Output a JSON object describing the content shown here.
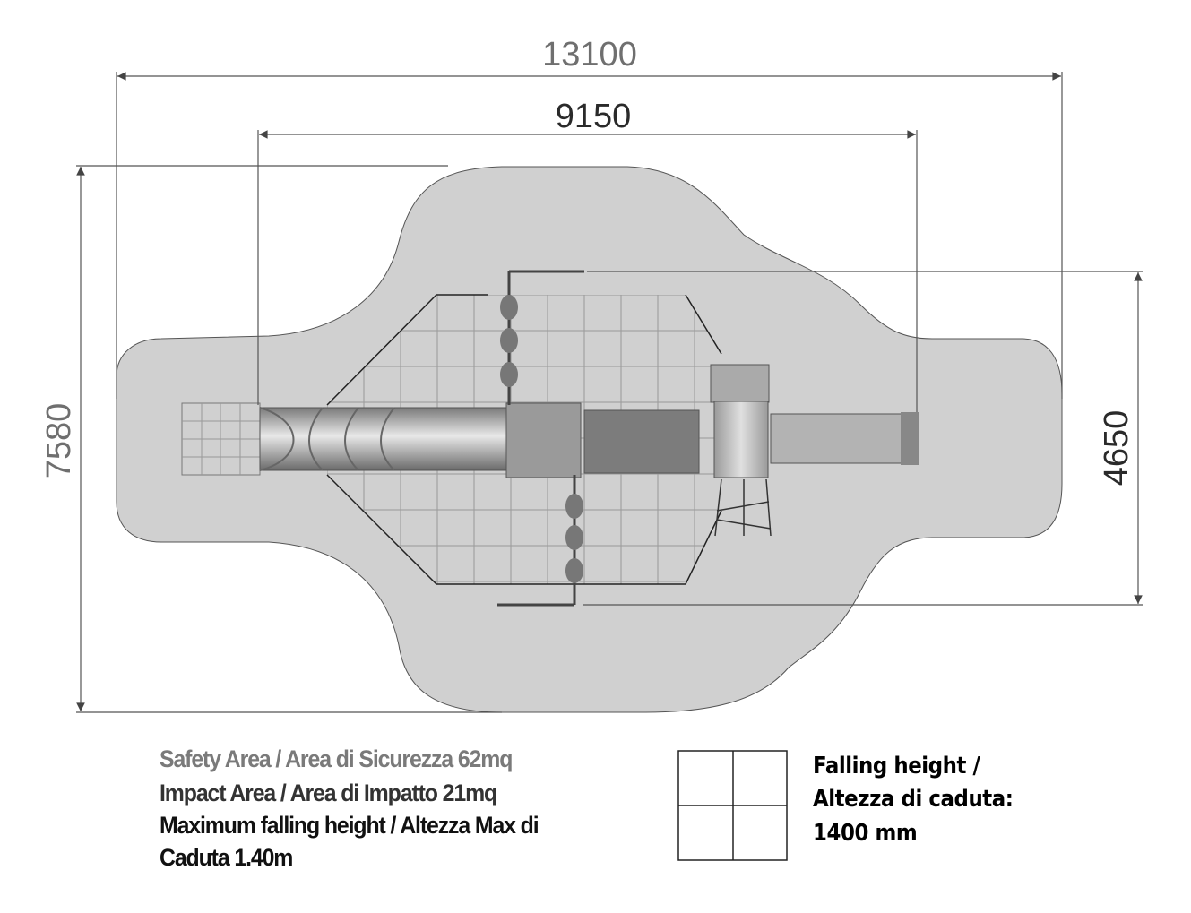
{
  "dimensions": {
    "overall_width": "13100",
    "structure_width": "9150",
    "overall_depth": "7580",
    "structure_depth": "4650"
  },
  "legend": {
    "safety_area": "Safety Area / Area di Sicurezza 62mq",
    "impact_area": "Impact Area / Area di Impatto 21mq",
    "max_falling_line1": "Maximum falling height / Altezza Max di",
    "max_falling_line2": "Caduta 1.40m",
    "falling_height_line1": "Falling height /",
    "falling_height_line2": "Altezza di caduta:",
    "falling_height_line3": "1400 mm"
  },
  "colors": {
    "safety_area": "#d0d0d0",
    "dimension_gray": "#6f6f6f",
    "dimension_dark": "#2a2a2a"
  }
}
